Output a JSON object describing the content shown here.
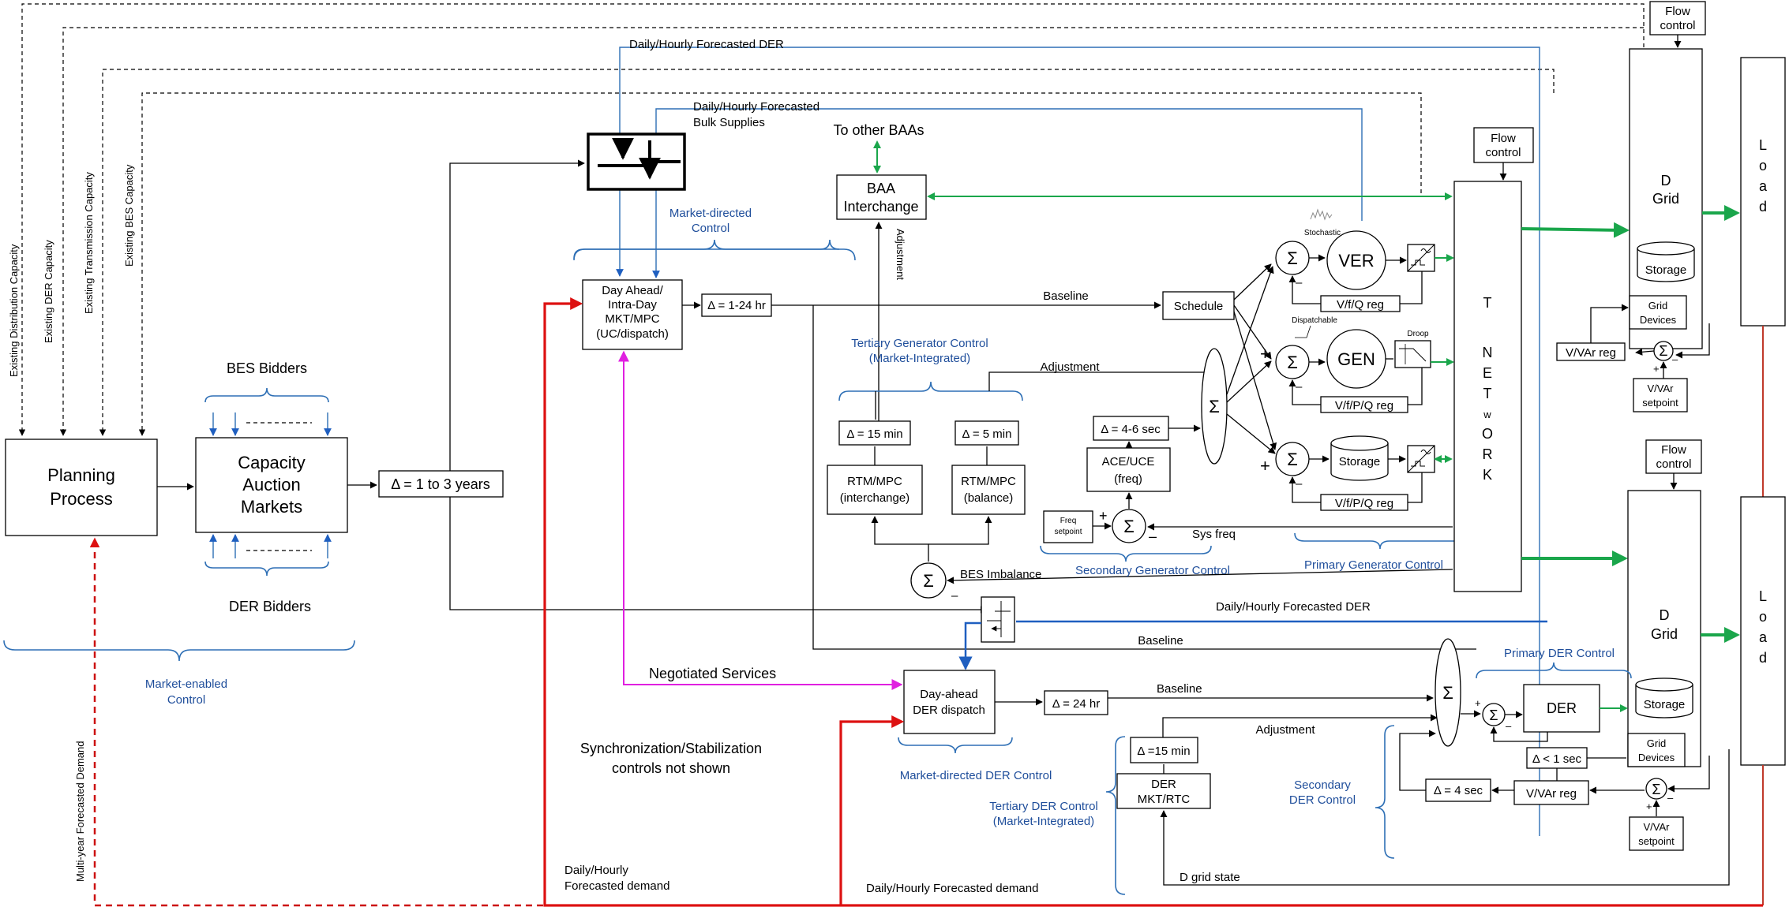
{
  "labels": {
    "existing_distribution": "Existing Distribution Capacity",
    "existing_der": "Existing DER Capacity",
    "existing_transmission": "Existing Transmission Capacity",
    "existing_bes": "Existing BES Capacity",
    "multi_year_demand": "Multi-year Forecasted Demand",
    "planning_process": [
      "Planning",
      "Process"
    ],
    "capacity_auction": [
      "Capacity",
      "Auction",
      "Markets"
    ],
    "bes_bidders": "BES Bidders",
    "der_bidders": "DER Bidders",
    "delta_years": "Δ = 1 to 3 years",
    "market_enabled": [
      "Market-enabled",
      "Control"
    ],
    "daily_forecasted_der_top": "Daily/Hourly Forecasted DER",
    "bulk_supplies": [
      "Daily/Hourly Forecasted",
      "Bulk Supplies"
    ],
    "to_other_baas": "To other BAAs",
    "baa_interchange": [
      "BAA",
      "Interchange"
    ],
    "adjustment_vertical": "Adjustment",
    "market_directed_control": [
      "Market-directed",
      "Control"
    ],
    "day_ahead_mkt": [
      "Day Ahead/",
      "Intra-Day",
      "MKT/MPC",
      "(UC/dispatch)"
    ],
    "delta_1_24": "Δ = 1-24 hr",
    "baseline": "Baseline",
    "schedule": "Schedule",
    "tertiary_gen_control": [
      "Tertiary Generator Control",
      "(Market-Integrated)"
    ],
    "adjustment": "Adjustment",
    "delta_15min": "Δ = 15 min",
    "delta_5min": "Δ = 5 min",
    "rtm_interchange": [
      "RTM/MPC",
      "(interchange)"
    ],
    "rtm_balance": [
      "RTM/MPC",
      "(balance)"
    ],
    "delta_4_6": "Δ = 4-6 sec",
    "ace_uce": [
      "ACE/UCE",
      "(freq)"
    ],
    "freq_setpoint": [
      "Freq",
      "setpoint"
    ],
    "sys_freq": "Sys freq",
    "secondary_gen_control": "Secondary Generator Control",
    "primary_gen_control": "Primary Generator Control",
    "bes_imbalance": "BES Imbalance",
    "stochastic": "Stochastic",
    "ver": "VER",
    "vfq_reg": "V/f/Q reg",
    "dispatchable": "Dispatchable",
    "gen": "GEN",
    "droop": "Droop",
    "vfpq_reg": "V/f/P/Q reg",
    "storage": "Storage",
    "flow_control": [
      "Flow",
      "control"
    ],
    "network": [
      "T",
      "N",
      "E",
      "T",
      "w",
      "O",
      "R",
      "K"
    ],
    "d_grid": [
      "D",
      "Grid"
    ],
    "grid_devices": [
      "Grid",
      "Devices"
    ],
    "vvar_reg": "V/VAr reg",
    "vvar_setpoint": [
      "V/VAr",
      "setpoint"
    ],
    "load": [
      "L",
      "o",
      "a",
      "d"
    ],
    "daily_forecasted_der_mid": "Daily/Hourly  Forecasted DER",
    "negotiated_services": "Negotiated Services",
    "day_ahead_der": [
      "Day-ahead",
      "DER dispatch"
    ],
    "delta_24": "Δ = 24 hr",
    "market_directed_der": "Market-directed DER Control",
    "sync_note": [
      "Synchronization/Stabilization",
      "controls not shown"
    ],
    "delta_15min_der": "Δ =15 min",
    "der_mkt_rtc": [
      "DER",
      "MKT/RTC"
    ],
    "tertiary_der_control": [
      "Tertiary DER Control",
      "(Market-Integrated)"
    ],
    "primary_der_control": "Primary DER Control",
    "der": "DER",
    "delta_lt_1": "Δ < 1 sec",
    "delta_4sec": "Δ = 4 sec",
    "secondary_der_control": [
      "Secondary",
      "DER Control"
    ],
    "d_grid_state": "D grid state",
    "daily_forecasted_demand_left": [
      "Daily/Hourly",
      "Forecasted demand"
    ],
    "daily_forecasted_demand_bottom": "Daily/Hourly Forecasted demand",
    "sigma": "Σ",
    "plus": "+",
    "minus": "–"
  }
}
